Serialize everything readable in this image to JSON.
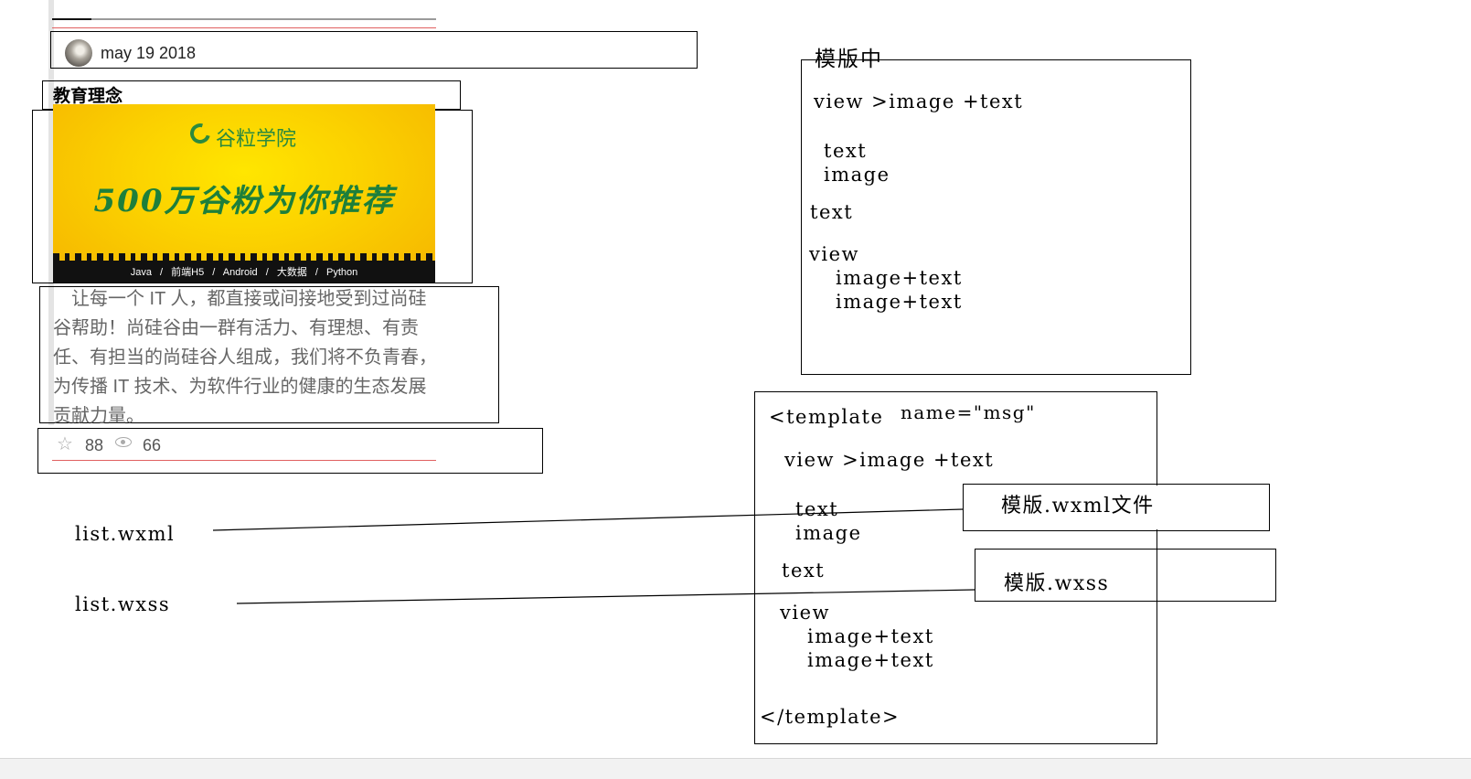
{
  "card": {
    "date": "may 19 2018",
    "title": "教育理念",
    "banner": {
      "logo_text": "谷粒学院",
      "slogan": "500万谷粉为你推荐",
      "tags": "Java / 前端H5 / Android / 大数据 / Python"
    },
    "description": "　让每一个 IT 人，都直接或间接地受到过尚硅谷帮助！尚硅谷由一群有活力、有理想、有责任、有担当的尚硅谷人组成，我们将不负青春，为传播 IT 技术、为软件行业的健康的生态发展贡献力量。",
    "star_count": "88",
    "view_count": "66"
  },
  "files": {
    "wxml": "list.wxml",
    "wxss": "list.wxss"
  },
  "template_panel": {
    "title": "模版中",
    "line1": "view >image +text",
    "line2": "text",
    "line3": "image",
    "line4": "text",
    "line5": "view",
    "line6": "image+text",
    "line7": "image+text"
  },
  "template_code": {
    "open_tag": "<template",
    "name_attr": "name=\"msg\"",
    "line1": "view >image +text",
    "line2": "text",
    "line3": "image",
    "line4": "text",
    "line5": "view",
    "line6": "image+text",
    "line7": "image+text",
    "close_tag": "</template>"
  },
  "targets": {
    "wxml": "模版.wxml文件",
    "wxss": "模版.wxss"
  }
}
